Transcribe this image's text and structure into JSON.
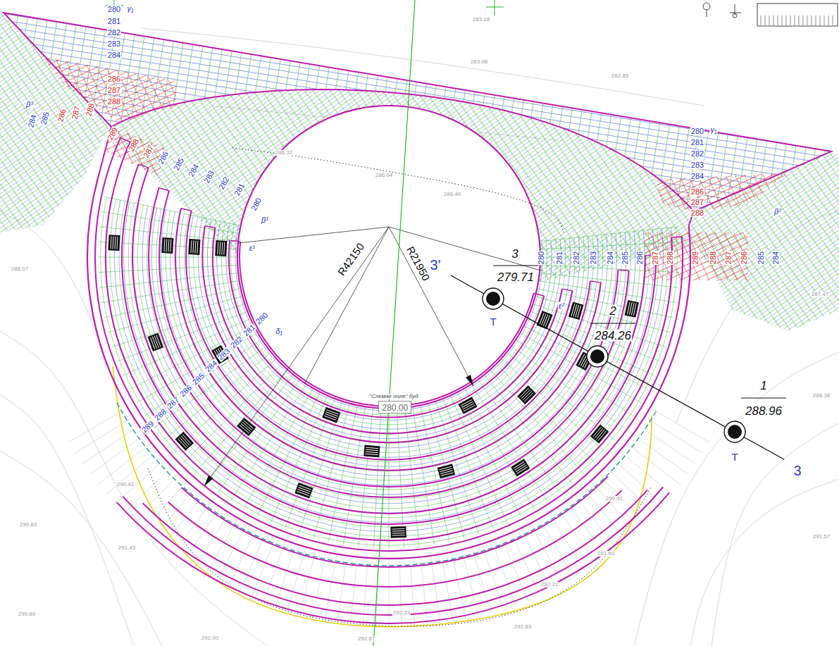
{
  "diagram": {
    "nodes": [
      {
        "text": [
          "\"Слємне поле\" буд.",
          "280.00"
        ]
      }
    ],
    "labels": [
      "280",
      "γ₁",
      "281",
      "282",
      "283",
      "284",
      "286",
      "287",
      "288",
      "β³",
      "284",
      "285",
      "286",
      "287",
      "288",
      "289",
      "288",
      "287",
      "286",
      "285",
      "284",
      "283",
      "282",
      "281",
      "280",
      "β¹",
      "ε¹",
      "280",
      "γ₁",
      "281",
      "282",
      "283",
      "284",
      "286",
      "287",
      "288",
      "280",
      "281",
      "282",
      "283",
      "284",
      "285",
      "286",
      "287",
      "288",
      "289",
      "288",
      "287",
      "286",
      "285",
      "284",
      "β²",
      "ε²",
      "280",
      "δ₁",
      "281",
      "282",
      "283",
      "284",
      "285",
      "286",
      "287",
      "288",
      "289",
      "283.18",
      "283.08",
      "282.85",
      "286.32",
      "286.04",
      "286.40",
      "288.07",
      "290.42",
      "290.83",
      "291.43",
      "290.89",
      "292.00",
      "292.67",
      "292.83",
      "292.33",
      "292.31",
      "291.60",
      "290.91",
      "291.57",
      "288.38",
      "287.47",
      "R42150",
      "R21950",
      "3",
      "279.71",
      "T",
      "2",
      "284.26",
      "1",
      "288.96",
      "T",
      "3'",
      "3"
    ]
  }
}
